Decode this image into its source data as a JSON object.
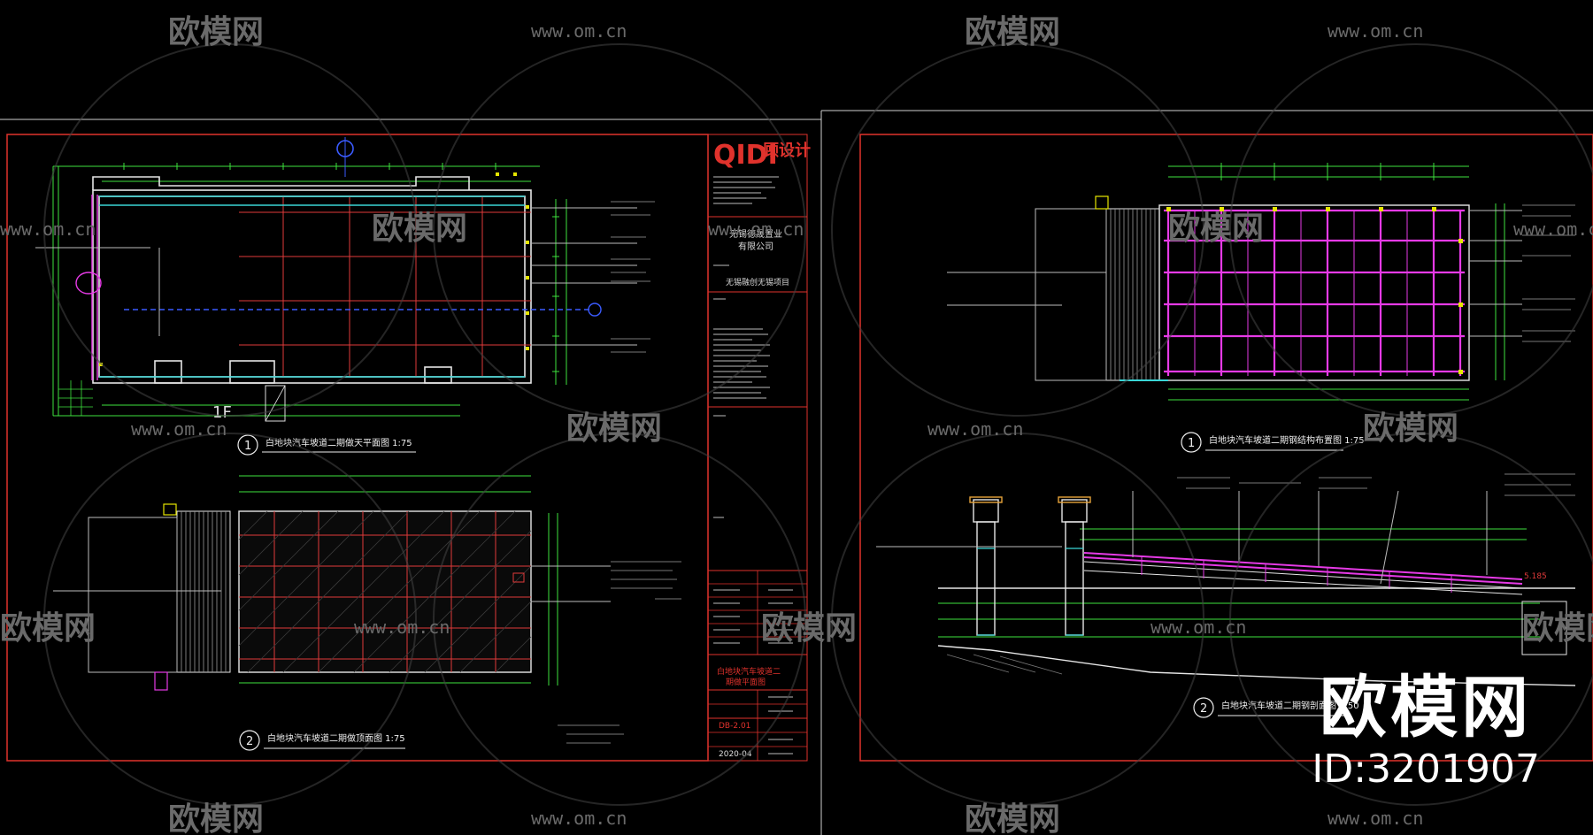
{
  "watermark": {
    "brand": "欧模网",
    "url": "www.om.cn"
  },
  "logo": {
    "name": "欧模网",
    "id": "ID:3201907"
  },
  "sheet_left": {
    "firm_mark": "QIDI",
    "firm_cn": "顾设计",
    "client": "无锡德晟置业",
    "client_line2": "有限公司",
    "project": "无锡融创无锡项目",
    "drawing_title_line1": "白地块汽车坡道二",
    "drawing_title_line2": "期做平面图",
    "drawing_no": "DB-2.01",
    "date": "2020-04",
    "view1_no": "1",
    "view1_title": "白地块汽车坡道二期做天平面图 1:75",
    "view2_no": "2",
    "view2_title": "白地块汽车坡道二期做顶面图 1:75",
    "floor_tag": "1F"
  },
  "sheet_right": {
    "view1_no": "1",
    "view1_title": "白地块汽车坡道二期钢结构布置图 1:75",
    "view2_no": "2",
    "view2_title": "白地块汽车坡道二期钢剖面图 1:50"
  },
  "colors": {
    "frame": "#e0322c",
    "wall": "#ffffff",
    "dim": "#3ee23e",
    "hatch": "#e03a3a",
    "steel": "#e63ae6",
    "blue": "#3b5bff",
    "cyan": "#3ad6d6",
    "yellow": "#e6e600",
    "watermark": "#5a5a5a"
  }
}
